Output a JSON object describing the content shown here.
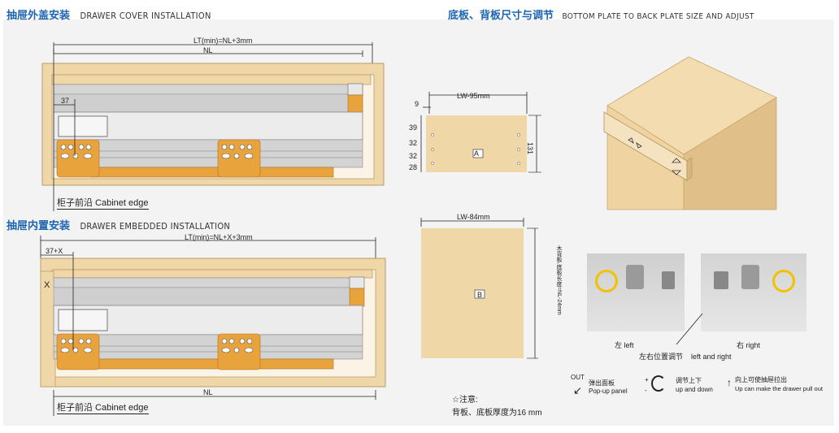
{
  "section1": {
    "title_cn": "抽屉外盖安装",
    "title_en": "DRAWER COVER INSTALLATION",
    "lt_label": "LT(min)=NL+3mm",
    "nl_label": "NL",
    "offset_label": "37",
    "edge_label": "柜子前沿 Cabinet edge"
  },
  "section2": {
    "title_cn": "抽屉内置安装",
    "title_en": "DRAWER EMBEDDED INSTALLATION",
    "lt_label": "LT(min)=NL+X+3mm",
    "nl_label": "NL",
    "offset_label": "37+X",
    "x_label": "X",
    "edge_label": "柜子前沿 Cabinet edge"
  },
  "section3": {
    "title_cn": "底板、背板尺寸与调节",
    "title_en": "BOTTOM PLATE TO BACK PLATE SIZE AND ADJUST",
    "plate_a": {
      "width_label": "LW-95mm",
      "offset": "9",
      "dims": [
        "39",
        "32",
        "32",
        "28"
      ],
      "height": "131",
      "tag": "A"
    },
    "plate_b": {
      "width_label": "LW-84mm",
      "side_label": "木背板,底板长度=NL-24mm",
      "tag": "B"
    },
    "note_title": "☆注意:",
    "note_text": "背板、底板厚度为16 mm",
    "photo_left": "左 left",
    "photo_right": "右 right",
    "photo_mid": "左右位置调节    left and right",
    "legend": [
      {
        "top": "OUT",
        "cn": "弹出面板",
        "en": "Pop-up panel"
      },
      {
        "cn": "调节上下",
        "en": "up and down",
        "plus": "+",
        "minus": "-"
      },
      {
        "cn": "向上可使抽屉拉出",
        "en": "Up can make the drawer pull out"
      }
    ]
  }
}
